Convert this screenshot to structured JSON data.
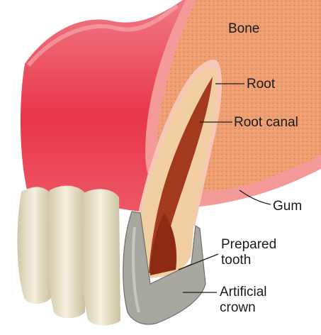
{
  "labels": {
    "bone": "Bone",
    "root": "Root",
    "root_canal": "Root canal",
    "gum": "Gum",
    "prepared_line1": "Prepared",
    "prepared_line2": "tooth",
    "crown_line1": "Artificial",
    "crown_line2": "crown"
  },
  "colors": {
    "gum": "#e8364a",
    "gum_light": "#f58d8d",
    "bone": "#eea072",
    "tooth": "#f1dcc0",
    "crown": "#a8a8a0",
    "pulp": "#a33a1d"
  }
}
